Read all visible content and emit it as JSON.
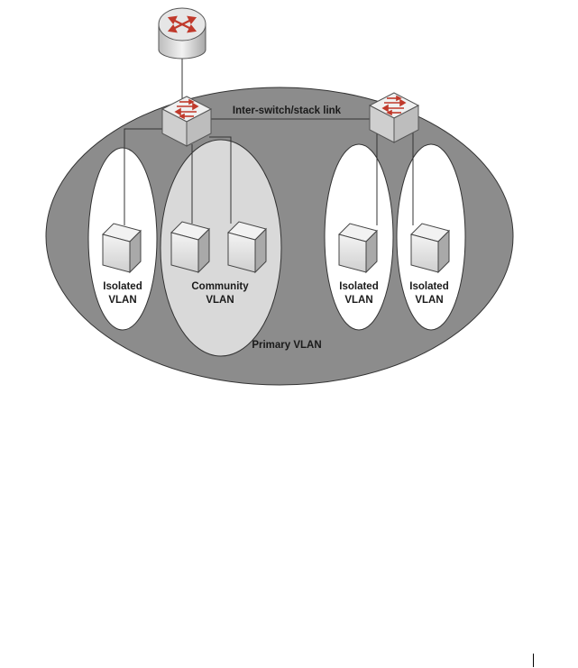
{
  "diagram": {
    "labels": {
      "link": "Inter-switch/stack link",
      "primary": "Primary VLAN",
      "isolated_1": [
        "Isolated",
        "VLAN"
      ],
      "community": [
        "Community",
        "VLAN"
      ],
      "isolated_2": [
        "Isolated",
        "VLAN"
      ],
      "isolated_3": [
        "Isolated",
        "VLAN"
      ]
    },
    "colors": {
      "primary_fill": "#8c8c8c",
      "community_fill": "#d9d9d9",
      "isolated_fill": "#ffffff",
      "switch_arrow": "#c0392b",
      "line": "#333333"
    }
  }
}
